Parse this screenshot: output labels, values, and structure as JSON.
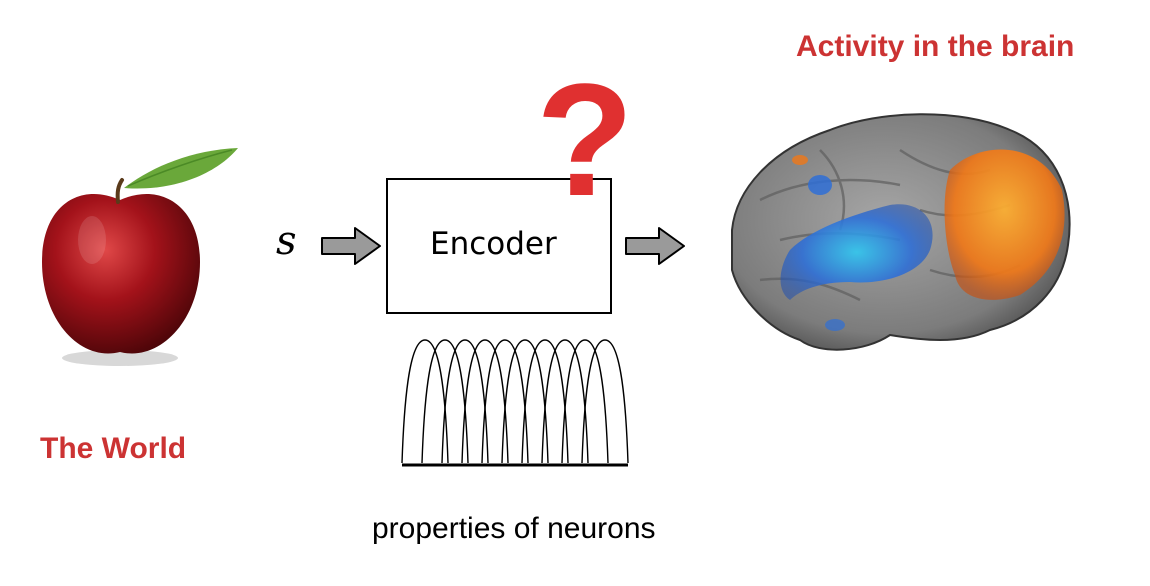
{
  "labels": {
    "world": "The World",
    "brain_activity": "Activity in the brain",
    "encoder": "Encoder",
    "stimulus": "s",
    "question": "?",
    "neuron_properties": "properties of neurons"
  },
  "colors": {
    "label_red": "#cc3333",
    "question_red": "#e03030",
    "arrow_gray": "#9a9a9a",
    "apple_red": "#a3121a",
    "brain_gray": "#8a8a8a",
    "activation_blue": "#2f6fd6",
    "activation_orange": "#f08a1e"
  },
  "icons": [
    "apple-image",
    "brain-scan-image",
    "right-arrow",
    "tuning-curves"
  ],
  "tuning_curves": {
    "count": 10
  }
}
